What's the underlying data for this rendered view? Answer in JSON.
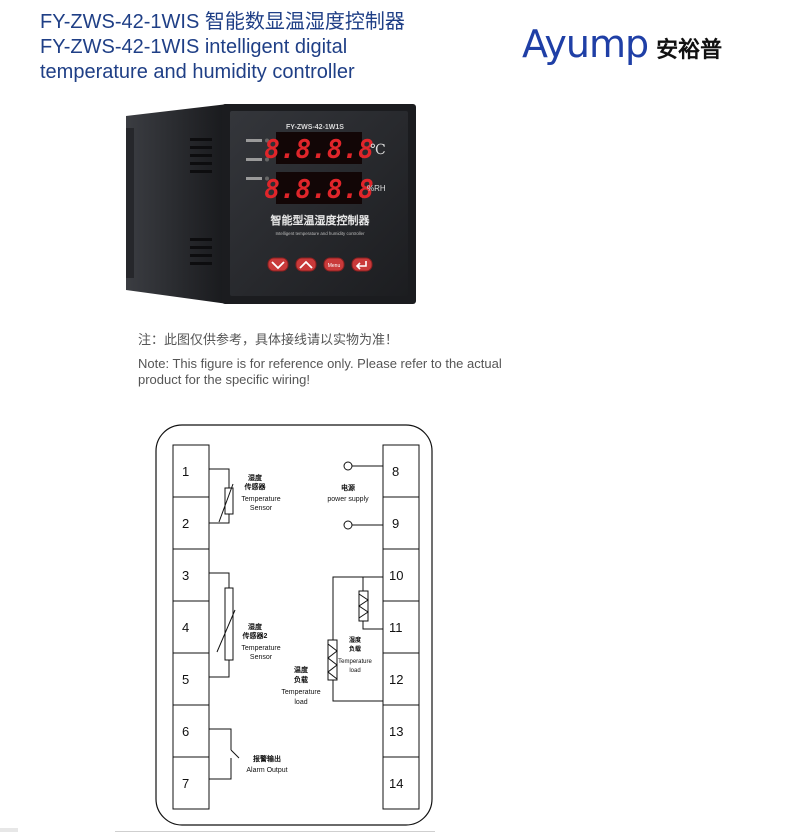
{
  "title": {
    "line1": "FY-ZWS-42-1WIS 智能数显温湿度控制器",
    "line2": "FY-ZWS-42-1WIS intelligent digital",
    "line3": "temperature and humidity controller"
  },
  "logo": {
    "en": "Ayump",
    "cn": "安裕普"
  },
  "device": {
    "model": "FY-ZWS-42-1W1S",
    "display_top": "8.8.8.8",
    "display_bottom": "8.8.8.8",
    "unit_temp": "℃",
    "unit_humidity": "%RH",
    "brand_cn": "智能型温湿度控制器",
    "brand_en": "Intelligent temperature and humidity controller",
    "menu_label": "Menu",
    "colors": {
      "body": "#1d1e22",
      "face": "#2a2c30",
      "led": "#e0252a",
      "button": "#d23a3a"
    }
  },
  "notes": {
    "cn": "注：此图仅供参考，具体接线请以实物为准！",
    "en": "Note: This figure is for reference only. Please refer to the actual product for the specific wiring!"
  },
  "diagram": {
    "left_terminals": [
      "1",
      "2",
      "3",
      "4",
      "5",
      "6",
      "7"
    ],
    "right_terminals": [
      "8",
      "9",
      "10",
      "11",
      "12",
      "13",
      "14"
    ],
    "sensor1": {
      "cn": "湿度\n传感器",
      "en": "Temperature\nSensor"
    },
    "sensor2": {
      "cn": "湿度\n传感器2",
      "en": "Temperature\nSensor"
    },
    "power": {
      "cn": "电源",
      "en": "power supply"
    },
    "load1": {
      "cn": "湿度\n负载",
      "en": "Temperature\nload"
    },
    "load2": {
      "cn": "温度\n负载",
      "en": "Temperature\nload"
    },
    "alarm": {
      "cn": "报警输出",
      "en": "Alarm Output"
    }
  }
}
